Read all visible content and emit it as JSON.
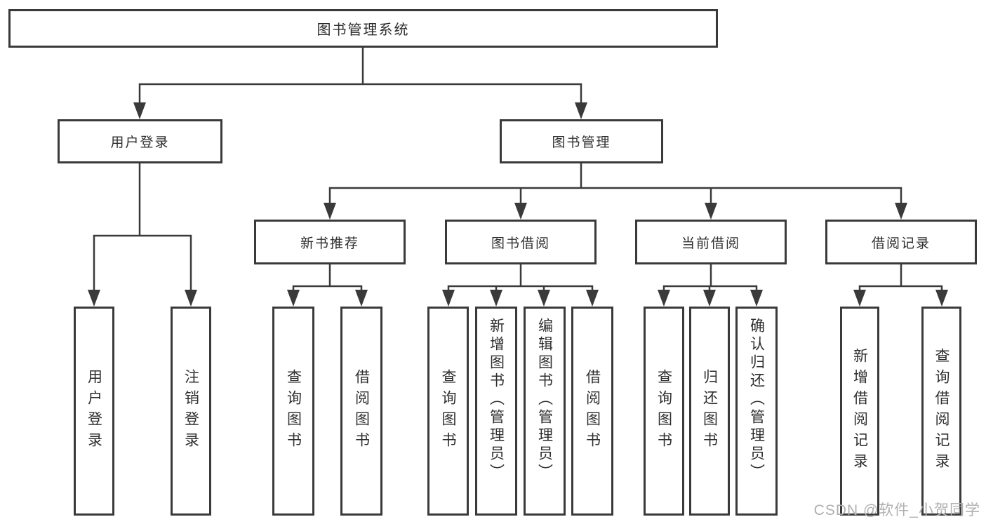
{
  "diagram": {
    "title": "图书管理系统",
    "root": "图书管理系统",
    "level2": [
      "用户登录",
      "图书管理"
    ],
    "level3": [
      "新书推荐",
      "图书借阅",
      "当前借阅",
      "借阅记录"
    ],
    "leaves": {
      "user_login": [
        "用户登录",
        "注销登录"
      ],
      "new_books": [
        "查询图书",
        "借阅图书"
      ],
      "book_borrowing": [
        "查询图书",
        "新增图书（管理员）",
        "编辑图书（管理员）",
        "借阅图书"
      ],
      "current_borrowing": [
        "查询图书",
        "归还图书",
        "确认归还（管理员）"
      ],
      "borrowing_records": [
        "新增借阅记录",
        "查询借阅记录"
      ]
    }
  },
  "watermark": {
    "text": "CSDN @软件_小贺同学"
  },
  "colors": {
    "line": "#3a3a3a",
    "box_border": "#3a3a3a",
    "text": "#2e2e2e",
    "watermark": "#b0b0b0",
    "background": "#ffffff"
  }
}
